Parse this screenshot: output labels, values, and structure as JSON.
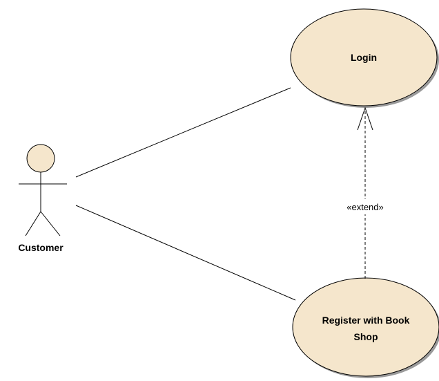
{
  "diagram": {
    "type": "uml-use-case",
    "actor": {
      "label": "Customer"
    },
    "use_cases": [
      {
        "label_lines": [
          "Login"
        ]
      },
      {
        "label_lines": [
          "Register with Book",
          "Shop"
        ]
      }
    ],
    "relationship": {
      "stereotype": "«extend»"
    },
    "colors": {
      "use_case_fill": "#f5e6cc",
      "actor_head_fill": "#f5e6cc",
      "shadow": "#9a9a9a",
      "stroke": "#000000"
    }
  }
}
